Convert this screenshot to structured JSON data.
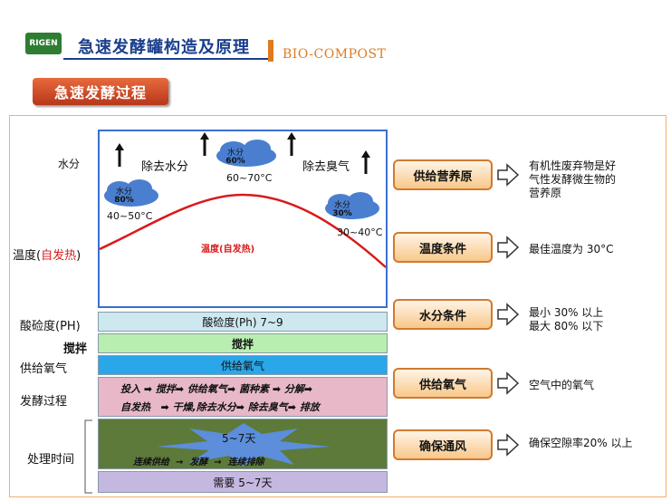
{
  "header": {
    "logo_text": "RIGEN",
    "title": "急速发酵罐构造及原理",
    "subtitle": "BIO-COMPOST",
    "section_tab": "急速发酵过程"
  },
  "left_labels": {
    "moisture": "水分",
    "temperature_prefix": "温度(",
    "temperature_self": "自发热",
    "temperature_suffix": ")",
    "ph": "酸硷度(PH)",
    "stir": "搅拌",
    "oxygen": "供给氧气",
    "process": "发酵过程",
    "time": "处理时间"
  },
  "diagram": {
    "remove_water": "除去水分",
    "remove_odor": "除去臭气",
    "temp_curve_label": "温度(自发热)",
    "clouds": [
      {
        "label": "水分",
        "value": "80%",
        "temp": "40~50°C"
      },
      {
        "label": "水分",
        "value": "60%",
        "temp": "60~70°C"
      },
      {
        "label": "水分",
        "value": "30%",
        "temp": "30~40°C"
      }
    ],
    "ph_band": "酸硷度(Ph) 7~9",
    "stir_band": "搅拌",
    "oxygen_band": "供给氧气",
    "process_line1": [
      "投入",
      "搅拌",
      "供给氧气",
      "菌种素",
      "分解"
    ],
    "process_line2": [
      "自发热",
      "干燥,除去水分",
      "除去臭气",
      "排放"
    ],
    "days_burst": "5~7天",
    "continuous_line": [
      "连续供给",
      "发酵",
      "连续排除"
    ],
    "need_band": "需要 5~7天"
  },
  "conditions": [
    {
      "button": "供给营养原",
      "desc_lines": [
        "有机性废弃物是好",
        "气性发酵微生物的",
        "营养原"
      ]
    },
    {
      "button": "温度条件",
      "desc_lines": [
        "最佳温度为 30°C"
      ]
    },
    {
      "button": "水分条件",
      "desc_lines": [
        "最小 30% 以上",
        "最大 80% 以下"
      ]
    },
    {
      "button": "供给氧气",
      "desc_lines": [
        "空气中的氧气"
      ]
    },
    {
      "button": "确保通风",
      "desc_lines": [
        "确保空隙率20% 以上"
      ]
    }
  ],
  "colors": {
    "frame_border": "#f0b070",
    "diagram_border": "#3a6fd1",
    "temp_curve": "#d81b1b",
    "ph_band": "#cde8ee",
    "stir_band": "#b8efb0",
    "oxygen_band": "#2aa7e8",
    "process_band": "#e8b8c8",
    "time_band": "#5d7a3a",
    "need_band": "#c4b8e0",
    "burst": "#5c8edc",
    "button_border": "#d07a30"
  }
}
